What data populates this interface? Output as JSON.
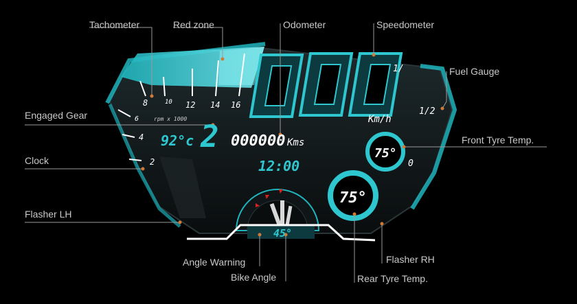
{
  "callouts": {
    "tachometer": "Tachometer",
    "red_zone": "Red zone",
    "odometer": "Odometer",
    "speedometer": "Speedometer",
    "fuel_gauge": "Fuel Gauge",
    "engaged_gear": "Engaged Gear",
    "front_tyre_temp": "Front Tyre Temp.",
    "clock": "Clock",
    "flasher_lh": "Flasher LH",
    "angle_warning": "Angle Warning",
    "bike_angle": "Bike Angle",
    "flasher_rh": "Flasher  RH",
    "rear_tyre_temp": "Rear Tyre Temp."
  },
  "dash": {
    "speed": "000",
    "speed_unit": "Km/h",
    "rpm_ticks": [
      "2",
      "4",
      "6",
      "8",
      "10",
      "12",
      "14",
      "16"
    ],
    "rpm_unit": "rpm x 1000",
    "engine_temp": "92°c",
    "gear": "2",
    "odometer": "000000",
    "odo_unit": "Kms",
    "clock": "12:00",
    "fuel_full": "1/",
    "fuel_half": "1/2",
    "fuel_empty": "0",
    "front_tyre_temp": "75°",
    "rear_tyre_temp": "75°",
    "bike_angle": "45°"
  },
  "colors": {
    "accent": "#2fc7cf",
    "accent_dark": "#0e5b60",
    "warning": "#e02020",
    "callout_line": "#9a9a9a",
    "callout_dot": "#d07a3a"
  }
}
